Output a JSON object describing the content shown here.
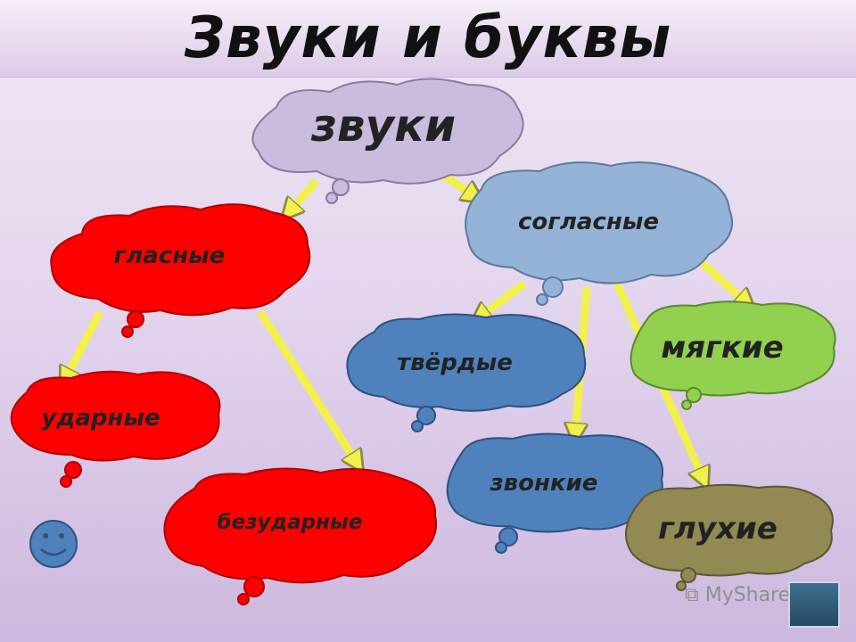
{
  "title": "Звуки и буквы",
  "nodes": {
    "sounds": "звуки",
    "vowels": "гласные",
    "consonants": "согласные",
    "stressed": "ударные",
    "unstressed": "безударные",
    "hard": "твёрдые",
    "soft": "мягкие",
    "voiced": "звонкие",
    "voiceless": "глухие"
  },
  "colors": {
    "sounds": "#c9bcdc",
    "vowels": "#ff0000",
    "consonants": "#94b3d7",
    "hard": "#4f81bd",
    "voiced": "#4f81bd",
    "soft": "#92d050",
    "voiceless": "#938953",
    "arrow": "#f2f04a"
  },
  "watermark": "MyShared"
}
